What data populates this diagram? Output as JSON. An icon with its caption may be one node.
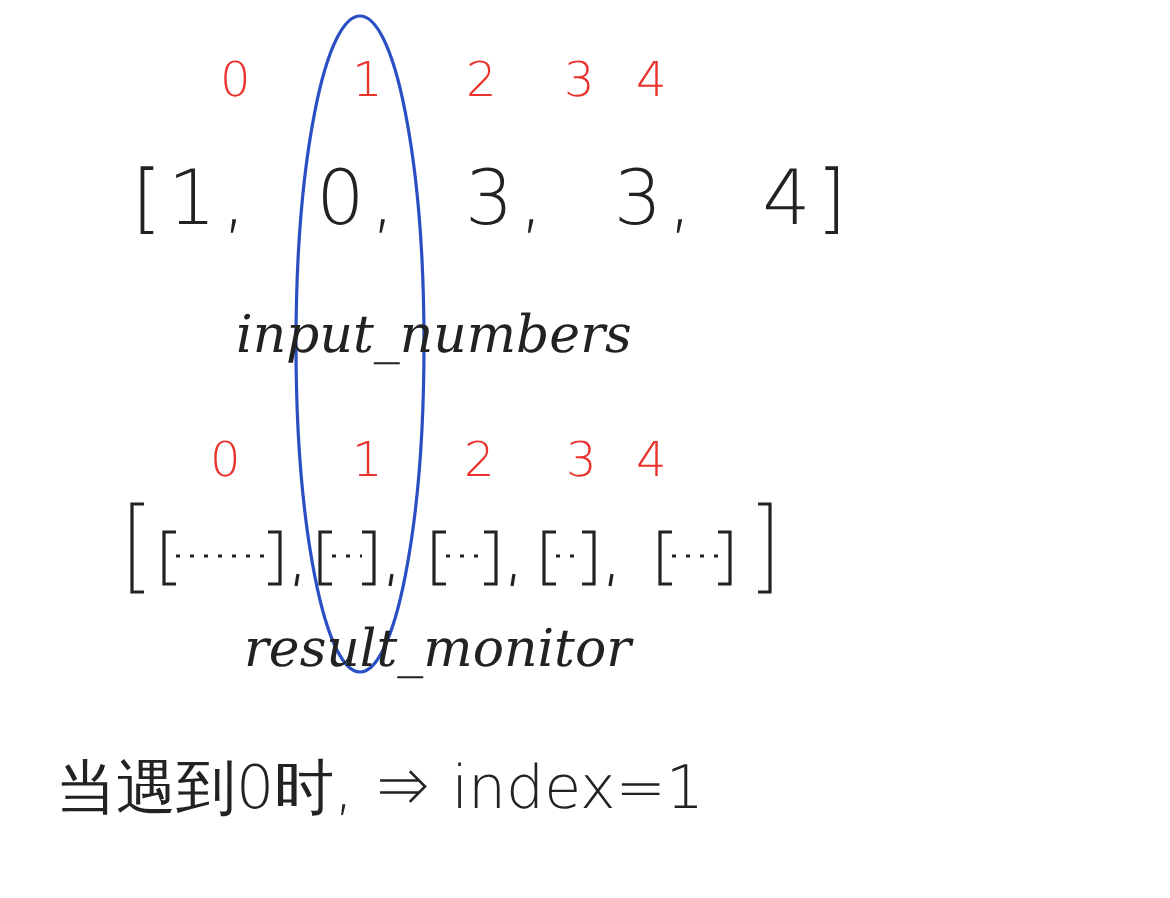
{
  "diagram": {
    "nodes": [
      {
        "text": [],
        "shape": "ellipse"
      }
    ],
    "labels": [
      "0",
      "1",
      "2",
      "3",
      "4",
      "[1, 0, 3, 3, 4]",
      "input_numbers",
      "0",
      "1",
      "2",
      "3",
      "4",
      "result_monitor",
      "当遇到0时, ⇒ index=1"
    ]
  }
}
